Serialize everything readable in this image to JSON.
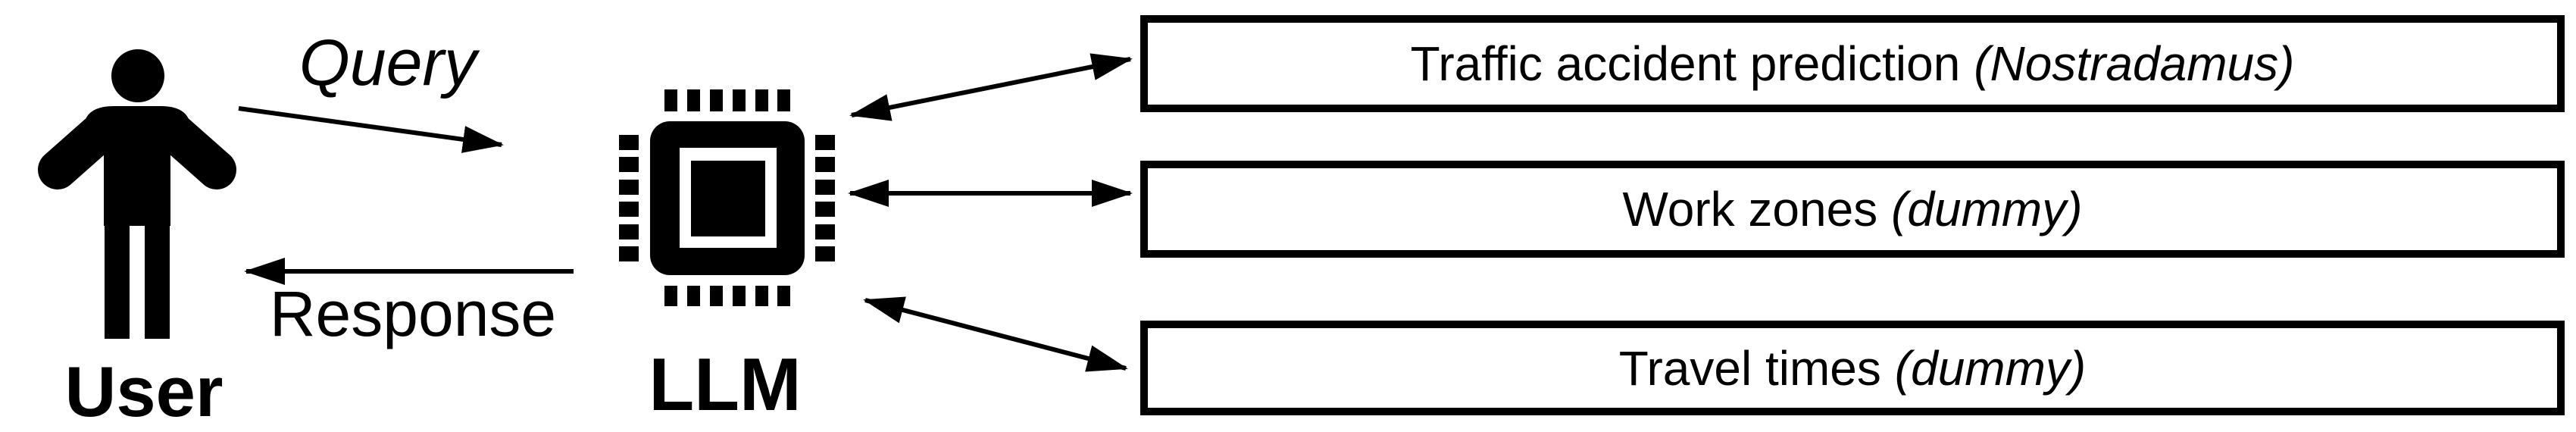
{
  "diagram": {
    "user": {
      "label": "User"
    },
    "llm": {
      "label": "LLM"
    },
    "flows": {
      "query_label": "Query",
      "response_label": "Response"
    },
    "modules": [
      {
        "name": "Traffic accident prediction",
        "qualifier": "(Nostradamus)"
      },
      {
        "name": "Work zones",
        "qualifier": "(dummy)"
      },
      {
        "name": "Travel times",
        "qualifier": "(dummy)"
      }
    ],
    "colors": {
      "ink": "#000000",
      "background": "#ffffff"
    }
  }
}
